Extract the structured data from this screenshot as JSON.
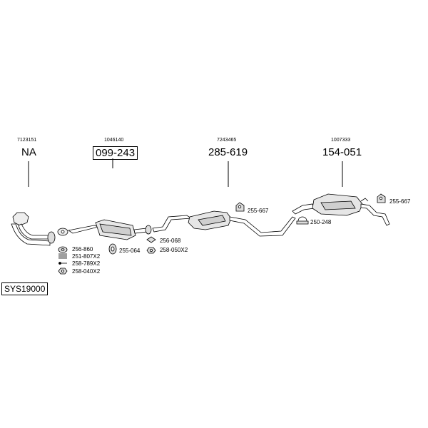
{
  "system_code": "SYS19000",
  "groups": [
    {
      "oe": "7123151",
      "code": "NA"
    },
    {
      "oe": "1046140",
      "code": "099-243"
    },
    {
      "oe": "7243465",
      "code": "285-619"
    },
    {
      "oe": "1007333",
      "code": "154-051"
    }
  ],
  "parts": {
    "p256_860": "256-860",
    "p251_807": "251-807X2",
    "p258_789": "258-789X2",
    "p258_040": "258-040X2",
    "p255_064": "255-064",
    "p256_068": "256-068",
    "p258_050": "258-050X2",
    "p255_667_mid": "255-667",
    "p250_248": "250-248",
    "p255_667_rear": "255-667"
  }
}
